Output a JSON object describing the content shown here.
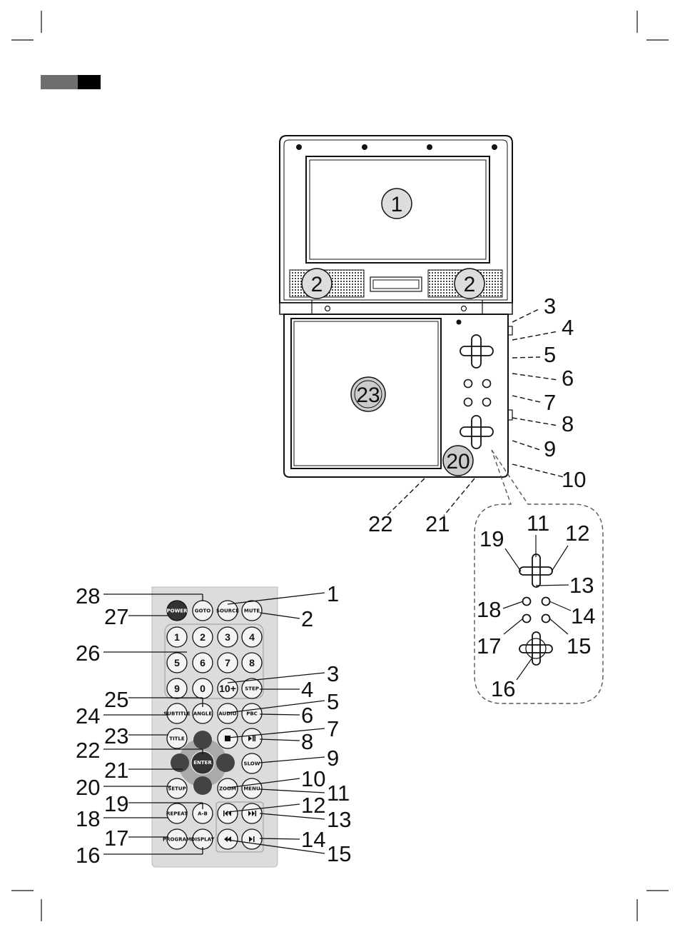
{
  "header_bar": {
    "colors": [
      "#6e6e6e",
      "#000000"
    ]
  },
  "player": {
    "screen_label": "1",
    "speaker_labels": [
      "2",
      "2"
    ],
    "disc_label": "23",
    "disc_close_label": "20",
    "side_callouts": [
      "3",
      "4",
      "5",
      "6",
      "7",
      "8",
      "9",
      "10"
    ],
    "bottom_callouts": [
      "22",
      "21"
    ]
  },
  "detail": {
    "callouts": [
      "11",
      "12",
      "19",
      "13",
      "18",
      "14",
      "17",
      "15",
      "16"
    ]
  },
  "remote": {
    "buttons": {
      "goto": "GOTO",
      "source": "SOURCE",
      "power": "POWER",
      "mute": "MUTE",
      "n1": "1",
      "n2": "2",
      "n3": "3",
      "n4": "4",
      "n5": "5",
      "n6": "6",
      "n7": "7",
      "n8": "8",
      "n9": "9",
      "n0": "0",
      "n10": "10+",
      "step": "STEP",
      "subtitle": "SUBTITLE",
      "angle": "ANGLE",
      "audio": "AUDIO",
      "pbc": "PBC",
      "title": "TITLE",
      "slow": "SLOW",
      "enter": "ENTER",
      "setup": "SETUP",
      "zoom": "ZOOM",
      "menu": "MENU",
      "repeat": "REPEAT",
      "ab": "A-B",
      "program": "PROGRAM",
      "display": "DISPLAY"
    },
    "right_callouts": [
      "1",
      "2",
      "3",
      "4",
      "5",
      "6",
      "7",
      "8",
      "9",
      "10",
      "11",
      "12",
      "13",
      "14",
      "15"
    ],
    "left_callouts": [
      "28",
      "27",
      "26",
      "25",
      "24",
      "23",
      "22",
      "21",
      "20",
      "19",
      "18",
      "17",
      "16"
    ]
  }
}
